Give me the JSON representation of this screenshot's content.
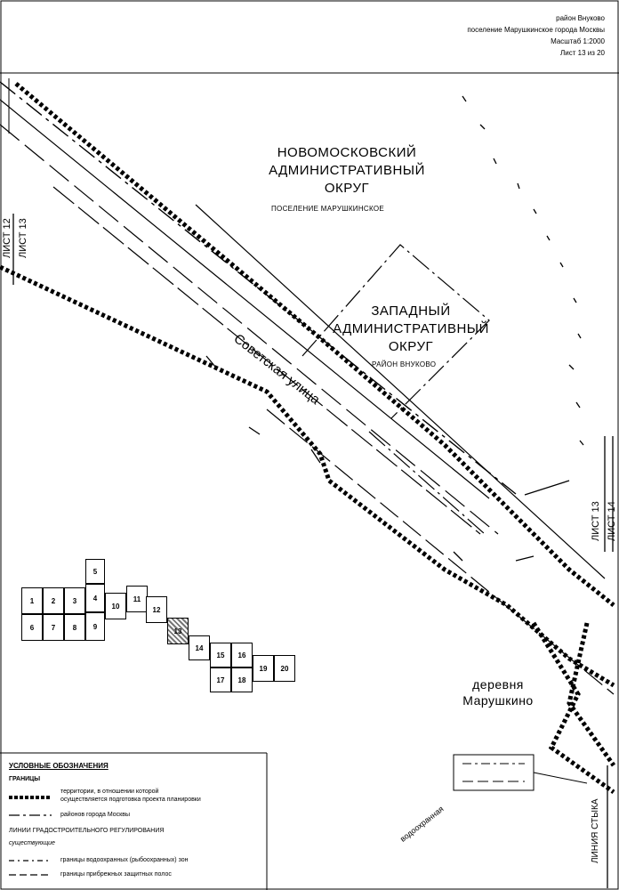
{
  "header": {
    "line1": "район Внуково",
    "line2": "поселение Марушкинское города Москвы",
    "line3": "Масштаб 1:2000",
    "line4": "Лист 13 из 20"
  },
  "map": {
    "okrug_novo_1": "НОВОМОСКОВСКИЙ",
    "okrug_novo_2": "АДМИНИСТРАТИВНЫЙ",
    "okrug_novo_3": "ОКРУГ",
    "settlement": "ПОСЕЛЕНИЕ МАРУШКИНСКОЕ",
    "okrug_zap_1": "ЗАПАДНЫЙ",
    "okrug_zap_2": "АДМИНИСТРАТИВНЫЙ",
    "okrug_zap_3": "ОКРУГ",
    "district": "РАЙОН ВНУКОВО",
    "street": "Советская улица",
    "village_1": "деревня",
    "village_2": "Марушкино",
    "water": "водоохранная",
    "sheet12": "ЛИСТ 12",
    "sheet13_left": "ЛИСТ 13",
    "sheet13_right": "ЛИСТ 13",
    "sheet14_right": "ЛИСТ 14",
    "junction": "ЛИНИЯ СТЫКА"
  },
  "sheet_index": {
    "cells": [
      "1",
      "2",
      "3",
      "4",
      "5",
      "6",
      "7",
      "8",
      "9",
      "10",
      "11",
      "12",
      "13",
      "14",
      "15",
      "16",
      "17",
      "18",
      "19",
      "20"
    ],
    "current": "13"
  },
  "legend": {
    "title": "УСЛОВНЫЕ ОБОЗНАЧЕНИЯ",
    "section1": "ГРАНИЦЫ",
    "item1": "территории, в отношении которой",
    "item1b": "осуществляется подготовка проекта планировки",
    "item2": "районов города Москвы",
    "section2": "ЛИНИИ ГРАДОСТРОИТЕЛЬНОГО РЕГУЛИРОВАНИЯ",
    "section2sub": "существующие",
    "item3": "границы водоохранных (рыбоохранных) зон",
    "item4": "границы прибрежных защитных полос"
  }
}
